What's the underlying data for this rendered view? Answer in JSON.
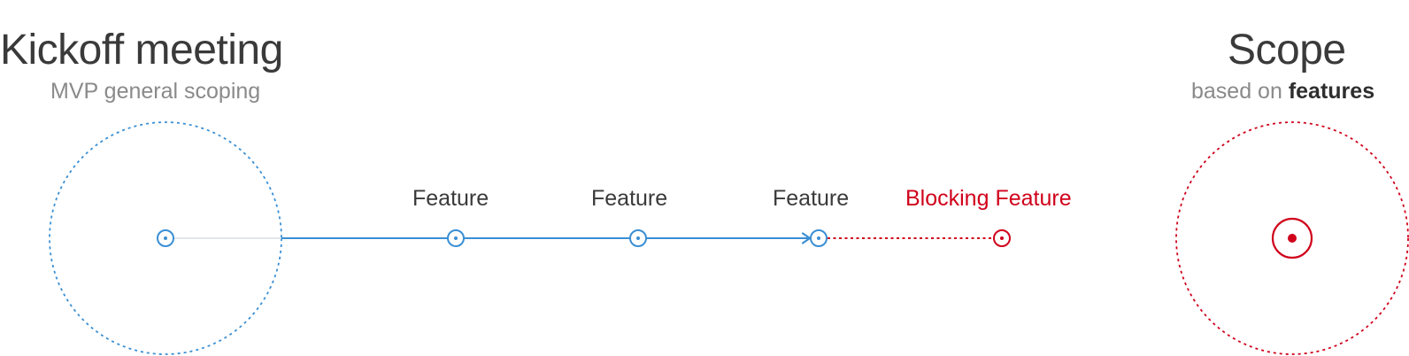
{
  "kickoff": {
    "title": "Kickoff meeting",
    "subtitle": "MVP general scoping"
  },
  "scope": {
    "title": "Scope",
    "subtitle_prefix": "based on ",
    "subtitle_emphasis": "features"
  },
  "features": [
    {
      "label": "Feature",
      "status": "done"
    },
    {
      "label": "Feature",
      "status": "done"
    },
    {
      "label": "Feature",
      "status": "done"
    },
    {
      "label": "Blocking Feature",
      "status": "blocking"
    }
  ],
  "colors": {
    "blue": "#3a8fd4",
    "red": "#d0021b",
    "text_dark": "#3a3a3a",
    "text_muted": "#8a8a8a",
    "faint_line": "#d6dde3"
  }
}
